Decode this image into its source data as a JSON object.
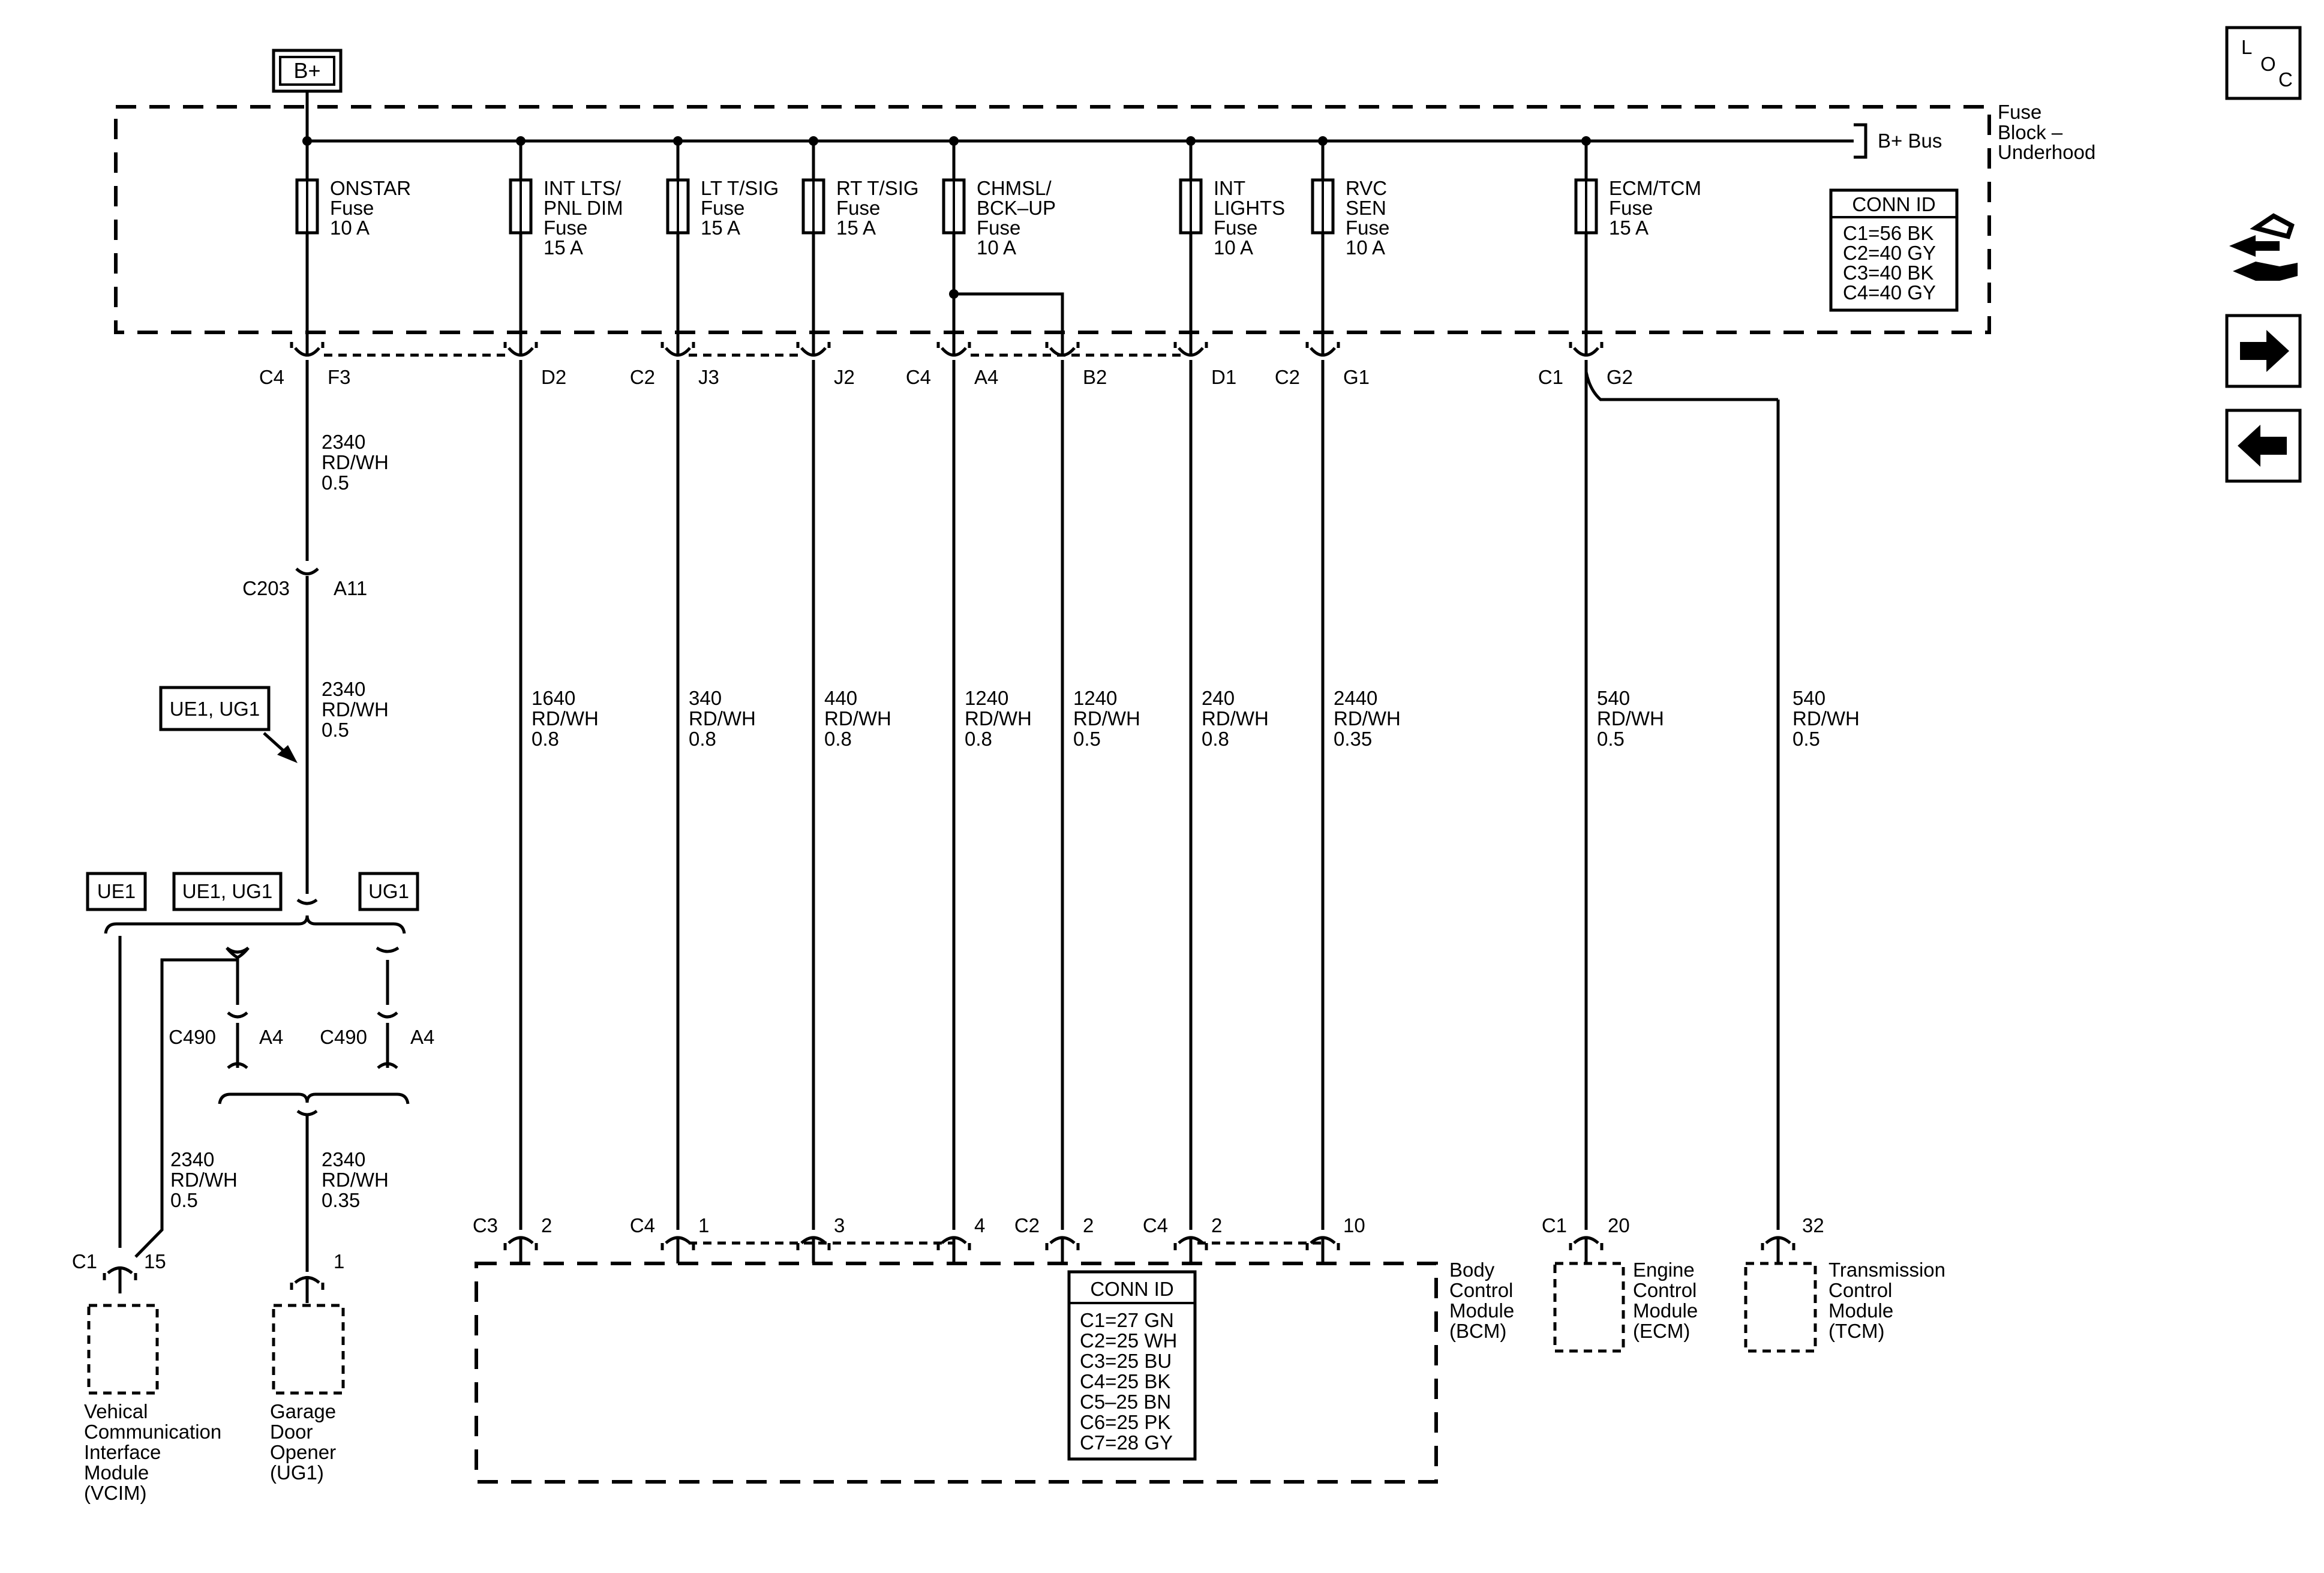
{
  "b_plus": "B+",
  "fuse_block": {
    "line1": "Fuse",
    "line2": "Block –",
    "line3": "Underhood",
    "bus": "B+ Bus"
  },
  "fuses": [
    {
      "lines": [
        "ONSTAR",
        "Fuse",
        "10 A"
      ]
    },
    {
      "lines": [
        "INT LTS/",
        "PNL DIM",
        "Fuse",
        "15 A"
      ]
    },
    {
      "lines": [
        "LT T/SIG",
        "Fuse",
        "15 A"
      ]
    },
    {
      "lines": [
        "RT T/SIG",
        "Fuse",
        "15 A"
      ]
    },
    {
      "lines": [
        "CHMSL/",
        "BCK–UP",
        "Fuse",
        "10 A"
      ]
    },
    {
      "lines": [
        "INT",
        "LIGHTS",
        "Fuse",
        "10 A"
      ]
    },
    {
      "lines": [
        "RVC",
        "SEN",
        "Fuse",
        "10 A"
      ]
    },
    {
      "lines": [
        "ECM/TCM",
        "Fuse",
        "15 A"
      ]
    }
  ],
  "fuse_conn_id": {
    "title": "CONN ID",
    "rows": [
      "C1=56 BK",
      "C2=40 GY",
      "C3=40 BK",
      "C4=40 GY"
    ]
  },
  "top_pins": [
    {
      "conn": "C4",
      "pin": "F3"
    },
    {
      "conn": "",
      "pin": "D2"
    },
    {
      "conn": "C2",
      "pin": "J3"
    },
    {
      "conn": "",
      "pin": "J2"
    },
    {
      "conn": "C4",
      "pin": "A4"
    },
    {
      "conn": "",
      "pin": "B2"
    },
    {
      "conn": "",
      "pin": "D1"
    },
    {
      "conn": "C2",
      "pin": "G1"
    },
    {
      "conn": "C1",
      "pin": "G2"
    }
  ],
  "wires": [
    {
      "lines": [
        "2340",
        "RD/WH",
        "0.5"
      ]
    },
    {
      "lines": [
        "2340",
        "RD/WH",
        "0.5"
      ]
    },
    {
      "lines": [
        "1640",
        "RD/WH",
        "0.8"
      ]
    },
    {
      "lines": [
        "340",
        "RD/WH",
        "0.8"
      ]
    },
    {
      "lines": [
        "440",
        "RD/WH",
        "0.8"
      ]
    },
    {
      "lines": [
        "1240",
        "RD/WH",
        "0.8"
      ]
    },
    {
      "lines": [
        "1240",
        "RD/WH",
        "0.5"
      ]
    },
    {
      "lines": [
        "240",
        "RD/WH",
        "0.8"
      ]
    },
    {
      "lines": [
        "2440",
        "RD/WH",
        "0.35"
      ]
    },
    {
      "lines": [
        "540",
        "RD/WH",
        "0.5"
      ]
    },
    {
      "lines": [
        "540",
        "RD/WH",
        "0.5"
      ]
    },
    {
      "lines": [
        "2340",
        "RD/WH",
        "0.5"
      ]
    },
    {
      "lines": [
        "2340",
        "RD/WH",
        "0.35"
      ]
    }
  ],
  "inline_conn": {
    "name": "C203",
    "pin": "A11"
  },
  "options": {
    "ue1_ug1": "UE1, UG1",
    "ue1": "UE1",
    "ug1": "UG1"
  },
  "c490": {
    "name": "C490",
    "pin": "A4"
  },
  "bcm_pins": [
    {
      "conn": "C3",
      "pin": "2"
    },
    {
      "conn": "C4",
      "pin": "1"
    },
    {
      "conn": "",
      "pin": "3"
    },
    {
      "conn": "",
      "pin": "4"
    },
    {
      "conn": "C2",
      "pin": "2"
    },
    {
      "conn": "C4",
      "pin": "2"
    },
    {
      "conn": "",
      "pin": "10"
    }
  ],
  "bcm": {
    "lines": [
      "Body",
      "Control",
      "Module",
      "(BCM)"
    ]
  },
  "bcm_conn_id": {
    "title": "CONN ID",
    "rows": [
      "C1=27 GN",
      "C2=25 WH",
      "C3=25 BU",
      "C4=25 BK",
      "C5–25 BN",
      "C6=25 PK",
      "C7=28 GY"
    ]
  },
  "ecm": {
    "conn": "C1",
    "pin": "20",
    "lines": [
      "Engine",
      "Control",
      "Module",
      "(ECM)"
    ]
  },
  "tcm": {
    "pin": "32",
    "lines": [
      "Transmission",
      "Control",
      "Module",
      "(TCM)"
    ]
  },
  "vcim": {
    "conn": "C1",
    "pin": "15",
    "lines": [
      "Vehical",
      "Communication",
      "Interface",
      "Module",
      "(VCIM)"
    ]
  },
  "garage": {
    "pin": "1",
    "lines": [
      "Garage",
      "Door",
      "Opener",
      "(UG1)"
    ]
  },
  "loc": {
    "l": "L",
    "o": "O",
    "c": "C"
  },
  "nav_icons": [
    "connector-tool-icon",
    "arrow-right-icon",
    "arrow-left-icon"
  ]
}
